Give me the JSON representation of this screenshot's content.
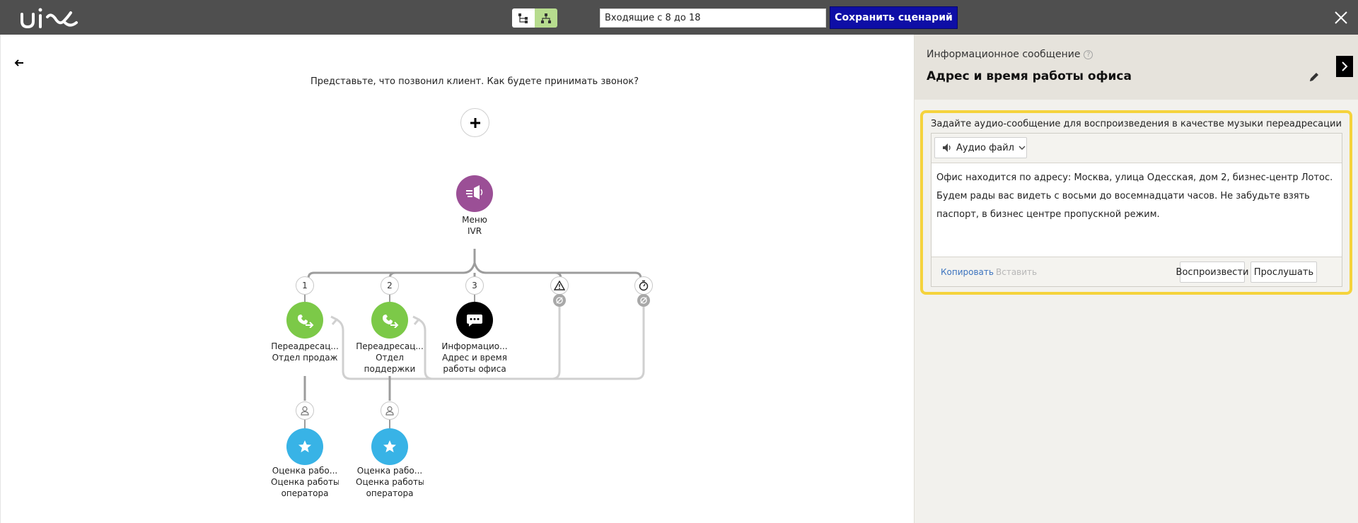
{
  "app": {
    "logo": "uis",
    "scenario_name": "Входящие с 8 до 18",
    "save_label": "Сохранить сценарий"
  },
  "canvas": {
    "prompt": "Представьте, что позвонил клиент. Как будете принимать звонок?",
    "ivr": {
      "line1": "Меню",
      "line2": "IVR"
    },
    "branches": {
      "b1": {
        "number": "1",
        "line1": "Переадресац...",
        "line2": "Отдел продаж"
      },
      "b2": {
        "number": "2",
        "line1": "Переадресац...",
        "line2": "Отдел",
        "line3": "поддержки"
      },
      "b3": {
        "number": "3",
        "line1": "Информацио...",
        "line2": "Адрес и время",
        "line3": "работы офиса"
      }
    },
    "ratings": {
      "r1": {
        "line1": "Оценка рабо...",
        "line2": "Оценка работы",
        "line3": "оператора"
      },
      "r2": {
        "line1": "Оценка рабо...",
        "line2": "Оценка работы",
        "line3": "оператора"
      }
    }
  },
  "panel": {
    "type_label": "Информационное сообщение",
    "title": "Адрес и время работы офиса",
    "caption": "Задайте аудио-сообщение для воспроизведения в качестве музыки переадресации",
    "source_select": "Аудио файл",
    "message": "Офис находится по адресу: Москва, улица Одесская, дом 2, бизнес-центр Лотос. Будем рады вас видеть с восьми до восемнадцати часов. Не забудьте взять паспорт, в бизнес центре пропускной режим.",
    "copy_label": "Копировать",
    "paste_label": "Вставить",
    "play_label": "Воспроизвести",
    "listen_label": "Прослушать"
  },
  "colors": {
    "topbar": "#4f4f4f",
    "save": "#0e0ea6",
    "green": "#7cc948",
    "purple": "#9b4f96",
    "blue": "#38b3e6",
    "highlight": "#f5d33c"
  }
}
